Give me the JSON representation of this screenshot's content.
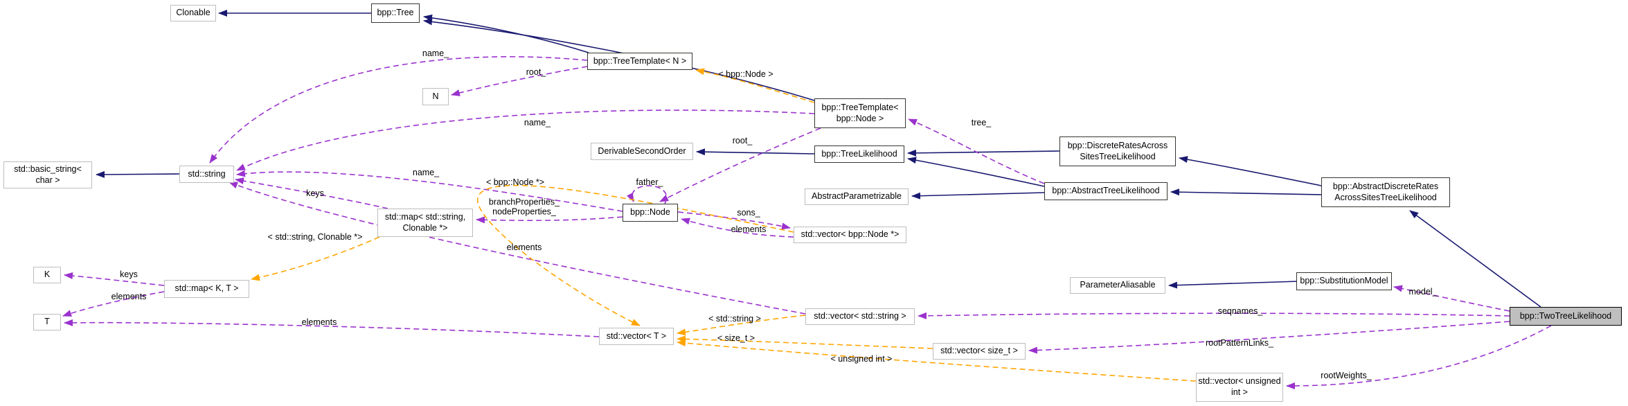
{
  "diagram": {
    "kind": "collaboration-graph",
    "colors": {
      "inheritance": "#191970",
      "member": "#9a32cd",
      "template": "#ffa500",
      "node_fill": "#ffffff",
      "highlight_fill": "#bfbfbf",
      "border_gray": "#bdbdbd",
      "border_black": "#35352f",
      "text": "#000000",
      "background": "#ffffff"
    },
    "nodes": [
      {
        "id": "clonable",
        "lines": [
          "Clonable"
        ],
        "style": "gray"
      },
      {
        "id": "bpp-tree",
        "lines": [
          "bpp::Tree"
        ],
        "style": "bold"
      },
      {
        "id": "treetemplate-n",
        "lines": [
          "bpp::TreeTemplate< N >"
        ],
        "style": "bold"
      },
      {
        "id": "n",
        "lines": [
          "N"
        ],
        "style": "gray"
      },
      {
        "id": "treetemplate-node",
        "lines": [
          "bpp::TreeTemplate<",
          "bpp::Node >"
        ],
        "style": "bold"
      },
      {
        "id": "basic-string",
        "lines": [
          "std::basic_string<",
          "char >"
        ],
        "style": "gray"
      },
      {
        "id": "string",
        "lines": [
          "std::string"
        ],
        "style": "gray"
      },
      {
        "id": "derivable-second-order",
        "lines": [
          "DerivableSecondOrder"
        ],
        "style": "gray"
      },
      {
        "id": "tree-likelihood",
        "lines": [
          "bpp::TreeLikelihood"
        ],
        "style": "bold"
      },
      {
        "id": "discrete-rates",
        "lines": [
          "bpp::DiscreteRatesAcross",
          "SitesTreeLikelihood"
        ],
        "style": "bold"
      },
      {
        "id": "abstract-parametrizable",
        "lines": [
          "AbstractParametrizable"
        ],
        "style": "gray"
      },
      {
        "id": "abstract-tree-likelihood",
        "lines": [
          "bpp::AbstractTreeLikelihood"
        ],
        "style": "bold"
      },
      {
        "id": "abstract-discrete-rates",
        "lines": [
          "bpp::AbstractDiscreteRates",
          "AcrossSitesTreeLikelihood"
        ],
        "style": "bold"
      },
      {
        "id": "map-string-clonable",
        "lines": [
          "std::map< std::string,",
          "Clonable *>"
        ],
        "style": "gray"
      },
      {
        "id": "node",
        "lines": [
          "bpp::Node"
        ],
        "style": "bold"
      },
      {
        "id": "vector-node-ptr",
        "lines": [
          "std::vector< bpp::Node *>"
        ],
        "style": "gray"
      },
      {
        "id": "k",
        "lines": [
          "K"
        ],
        "style": "gray"
      },
      {
        "id": "map-k-t",
        "lines": [
          "std::map< K, T >"
        ],
        "style": "gray"
      },
      {
        "id": "t",
        "lines": [
          "T"
        ],
        "style": "gray"
      },
      {
        "id": "vector-t",
        "lines": [
          "std::vector< T >"
        ],
        "style": "gray"
      },
      {
        "id": "vector-string",
        "lines": [
          "std::vector< std::string >"
        ],
        "style": "gray"
      },
      {
        "id": "vector-size-t",
        "lines": [
          "std::vector< size_t >"
        ],
        "style": "gray"
      },
      {
        "id": "vector-unsigned-int",
        "lines": [
          "std::vector< unsigned",
          "int >"
        ],
        "style": "gray"
      },
      {
        "id": "parameter-aliasable",
        "lines": [
          "ParameterAliasable"
        ],
        "style": "gray"
      },
      {
        "id": "substitution-model",
        "lines": [
          "bpp::SubstitutionModel"
        ],
        "style": "bold"
      },
      {
        "id": "two-tree-likelihood",
        "lines": [
          "bpp::TwoTreeLikelihood"
        ],
        "style": "highlight"
      }
    ],
    "edges": [
      {
        "id": "e1",
        "from": "bpp-tree",
        "to": "clonable",
        "type": "inheritance",
        "label": ""
      },
      {
        "id": "e2",
        "from": "treetemplate-n",
        "to": "bpp-tree",
        "type": "inheritance",
        "label": ""
      },
      {
        "id": "e3",
        "from": "treetemplate-node",
        "to": "bpp-tree",
        "type": "inheritance",
        "label": ""
      },
      {
        "id": "e4",
        "from": "tree-likelihood",
        "to": "derivable-second-order",
        "type": "inheritance",
        "label": ""
      },
      {
        "id": "e5",
        "from": "discrete-rates",
        "to": "tree-likelihood",
        "type": "inheritance",
        "label": ""
      },
      {
        "id": "e6",
        "from": "abstract-tree-likelihood",
        "to": "tree-likelihood",
        "type": "inheritance",
        "label": ""
      },
      {
        "id": "e7",
        "from": "abstract-tree-likelihood",
        "to": "abstract-parametrizable",
        "type": "inheritance",
        "label": ""
      },
      {
        "id": "e8",
        "from": "abstract-discrete-rates",
        "to": "discrete-rates",
        "type": "inheritance",
        "label": ""
      },
      {
        "id": "e9",
        "from": "abstract-discrete-rates",
        "to": "abstract-tree-likelihood",
        "type": "inheritance",
        "label": ""
      },
      {
        "id": "e10",
        "from": "substitution-model",
        "to": "parameter-aliasable",
        "type": "inheritance",
        "label": ""
      },
      {
        "id": "e11",
        "from": "two-tree-likelihood",
        "to": "abstract-discrete-rates",
        "type": "inheritance",
        "label": ""
      },
      {
        "id": "e12",
        "from": "string",
        "to": "basic-string",
        "type": "inheritance",
        "label": ""
      },
      {
        "id": "p1",
        "from": "treetemplate-n",
        "to": "string",
        "type": "member",
        "label": "name_"
      },
      {
        "id": "p2",
        "from": "treetemplate-n",
        "to": "n",
        "type": "member",
        "label": "root_"
      },
      {
        "id": "p3",
        "from": "treetemplate-node",
        "to": "string",
        "type": "member",
        "label": "name_"
      },
      {
        "id": "p4",
        "from": "treetemplate-node",
        "to": "node",
        "type": "member",
        "label": "root_"
      },
      {
        "id": "p5",
        "from": "abstract-tree-likelihood",
        "to": "treetemplate-node",
        "type": "member",
        "label": "tree_"
      },
      {
        "id": "p6",
        "from": "node",
        "to": "node",
        "type": "member",
        "label": "father_"
      },
      {
        "id": "p7",
        "from": "node",
        "to": "string",
        "type": "member",
        "label": "name_"
      },
      {
        "id": "p8",
        "from": "node",
        "to": "map-string-clonable",
        "type": "member",
        "label": "branchProperties_\nnodeProperties_"
      },
      {
        "id": "p9",
        "from": "node",
        "to": "vector-node-ptr",
        "type": "member",
        "label": "sons_"
      },
      {
        "id": "p10",
        "from": "vector-node-ptr",
        "to": "node",
        "type": "member",
        "label": "elements"
      },
      {
        "id": "p11",
        "from": "map-string-clonable",
        "to": "string",
        "type": "member",
        "label": "keys"
      },
      {
        "id": "p12",
        "from": "vector-string",
        "to": "string",
        "type": "member",
        "label": "elements"
      },
      {
        "id": "p13",
        "from": "map-k-t",
        "to": "k",
        "type": "member",
        "label": "keys"
      },
      {
        "id": "p14",
        "from": "map-k-t",
        "to": "t",
        "type": "member",
        "label": "elements"
      },
      {
        "id": "p15",
        "from": "vector-t",
        "to": "t",
        "type": "member",
        "label": "elements"
      },
      {
        "id": "p16",
        "from": "two-tree-likelihood",
        "to": "vector-string",
        "type": "member",
        "label": "seqnames_"
      },
      {
        "id": "p17",
        "from": "two-tree-likelihood",
        "to": "vector-size-t",
        "type": "member",
        "label": "rootPatternLinks_"
      },
      {
        "id": "p18",
        "from": "two-tree-likelihood",
        "to": "vector-unsigned-int",
        "type": "member",
        "label": "rootWeights_"
      },
      {
        "id": "p19",
        "from": "two-tree-likelihood",
        "to": "substitution-model",
        "type": "member",
        "label": "model_"
      },
      {
        "id": "o1",
        "from": "treetemplate-node",
        "to": "treetemplate-n",
        "type": "template",
        "label": "< bpp::Node >"
      },
      {
        "id": "o2",
        "from": "map-string-clonable",
        "to": "map-k-t",
        "type": "template",
        "label": "< std::string, Clonable *>"
      },
      {
        "id": "o3",
        "from": "vector-node-ptr",
        "to": "vector-t",
        "type": "template",
        "label": "< bpp::Node *>"
      },
      {
        "id": "o4",
        "from": "vector-string",
        "to": "vector-t",
        "type": "template",
        "label": "< std::string >"
      },
      {
        "id": "o5",
        "from": "vector-size-t",
        "to": "vector-t",
        "type": "template",
        "label": "< size_t >"
      },
      {
        "id": "o6",
        "from": "vector-unsigned-int",
        "to": "vector-t",
        "type": "template",
        "label": "< unsigned int >"
      }
    ]
  }
}
